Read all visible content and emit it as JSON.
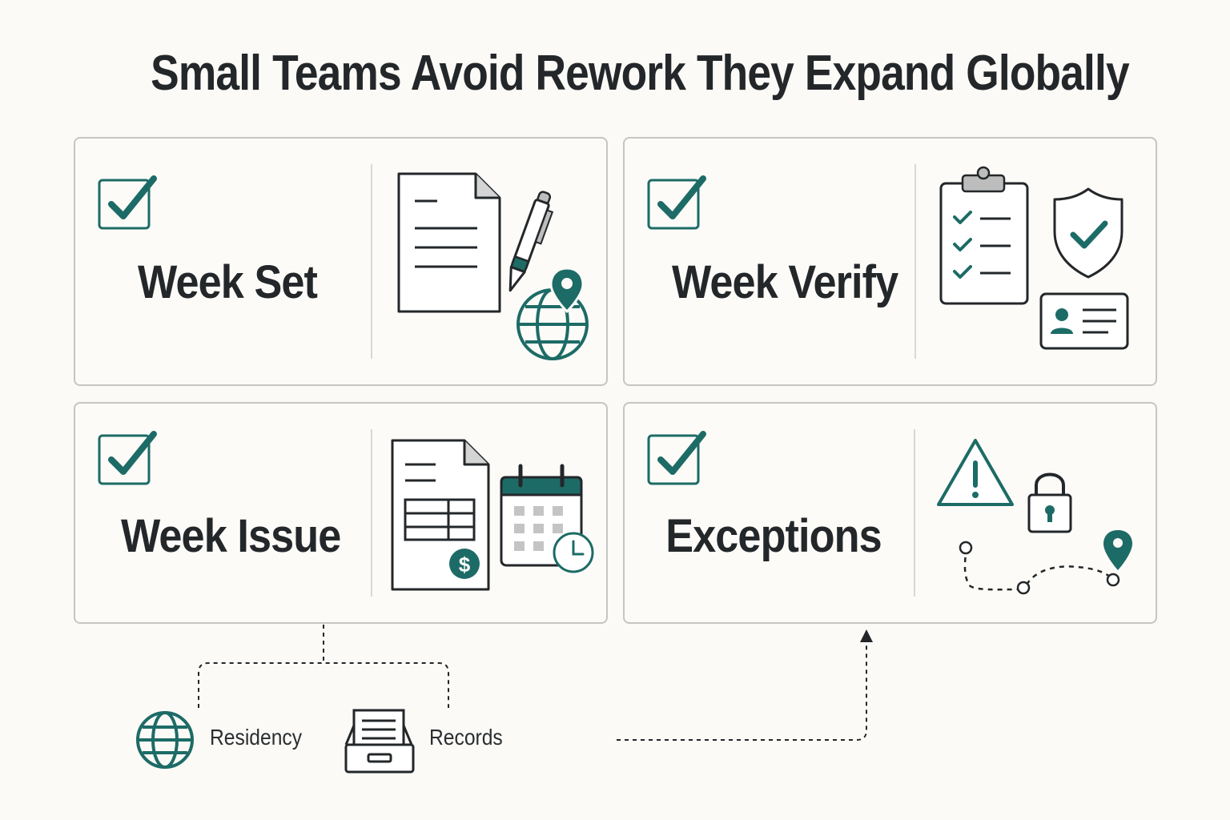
{
  "title": "Small Teams Avoid Rework They Expand Globally",
  "colors": {
    "accent": "#1d6b66",
    "ink": "#23272a",
    "border": "#c5c5c1",
    "gray": "#bdbdbd"
  },
  "cards": [
    {
      "label": "Week Set",
      "icons": [
        "check-icon",
        "document-icon",
        "pen-icon",
        "globe-pin-icon"
      ]
    },
    {
      "label": "Week Verify",
      "icons": [
        "check-icon",
        "clipboard-checklist-icon",
        "shield-check-icon",
        "id-card-icon"
      ]
    },
    {
      "label": "Week Issue",
      "icons": [
        "check-icon",
        "invoice-dollar-icon",
        "calendar-clock-icon"
      ]
    },
    {
      "label": "Exceptions",
      "icons": [
        "check-icon",
        "warning-icon",
        "padlock-icon",
        "route-pin-icon"
      ]
    }
  ],
  "legend": [
    {
      "label": "Residency",
      "icon": "globe-icon"
    },
    {
      "label": "Records",
      "icon": "file-tray-icon"
    }
  ]
}
